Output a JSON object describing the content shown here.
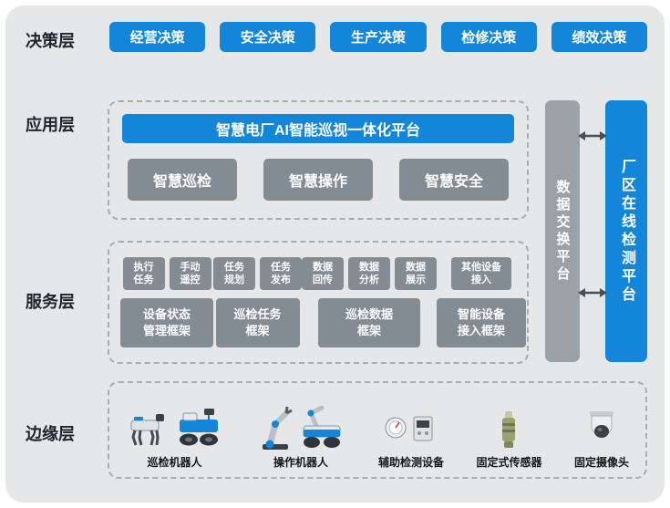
{
  "colors": {
    "blue": "#1486d9",
    "gray": "#848c93",
    "bargray": "#9aa1a7",
    "panel": "#e5e7e9",
    "arrow": "#4a4f54"
  },
  "decision": {
    "label": "决策层",
    "items": [
      "经营决策",
      "安全决策",
      "生产决策",
      "检修决策",
      "绩效决策"
    ]
  },
  "application": {
    "label": "应用层",
    "platform": "智慧电厂AI智能巡视一体化平台",
    "modules": [
      "智慧巡检",
      "智慧操作",
      "智慧安全"
    ]
  },
  "service": {
    "label": "服务层",
    "groups": [
      {
        "tasks": [
          "执行任务",
          "手动遥控"
        ],
        "frame": "设备状态管理框架"
      },
      {
        "tasks": [
          "任务规划",
          "任务发布"
        ],
        "frame": "巡检任务框架"
      },
      {
        "tasks": [
          "数据回传",
          "数据分析",
          "数据展示"
        ],
        "frame": "巡检数据框架"
      },
      {
        "tasks": [
          "其他设备接入"
        ],
        "frame": "智能设备接入框架"
      }
    ]
  },
  "edge": {
    "label": "边缘层",
    "devices": [
      {
        "label": "巡检机器人",
        "icons": [
          "robot-dog-icon",
          "tracked-robot-icon"
        ]
      },
      {
        "label": "操作机器人",
        "icons": [
          "robot-arm-icon",
          "mobile-manipulator-icon"
        ]
      },
      {
        "label": "辅助检测设备",
        "icons": [
          "gauge-instrument-icon"
        ]
      },
      {
        "label": "固定式传感器",
        "icons": [
          "sensor-cylinder-icon"
        ]
      },
      {
        "label": "固定摄像头",
        "icons": [
          "dome-camera-icon"
        ]
      }
    ]
  },
  "side": {
    "exchange": "数据交换平台",
    "online": "厂区在线检测平台"
  }
}
